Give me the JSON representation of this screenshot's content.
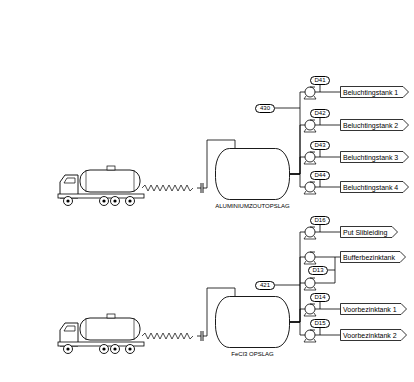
{
  "diagram": {
    "nodes": [
      {
        "text": [
          "430"
        ]
      },
      {
        "text": [
          "D41"
        ]
      },
      {
        "text": [
          "Beluchtingstank 1"
        ]
      },
      {
        "text": [
          "D42"
        ]
      },
      {
        "text": [
          "Beluchtingstank 2"
        ]
      },
      {
        "text": [
          "D43"
        ]
      },
      {
        "text": [
          "Beluchtingstank 3"
        ]
      },
      {
        "text": [
          "D44"
        ]
      },
      {
        "text": [
          "Beluchtingstank 4"
        ]
      },
      {
        "text": [
          "ALUMINIUMZOUTOPSLAG"
        ]
      },
      {
        "text": [
          "D16"
        ]
      },
      {
        "text": [
          "Put Slibleiding"
        ]
      },
      {
        "text": [
          "Bufferbezinktank"
        ]
      },
      {
        "text": [
          "D13"
        ]
      },
      {
        "text": [
          "421"
        ]
      },
      {
        "text": [
          "D14"
        ]
      },
      {
        "text": [
          "Voorbezinktank 1"
        ]
      },
      {
        "text": [
          "D15"
        ]
      },
      {
        "text": [
          "Voorbezinktank 2"
        ]
      },
      {
        "text": [
          "FeCl3 OPSLAG"
        ]
      }
    ],
    "edges": [
      {
        "from": 9,
        "to": 2,
        "arrow": "none"
      },
      {
        "from": 9,
        "to": 4,
        "arrow": "none"
      },
      {
        "from": 9,
        "to": 6,
        "arrow": "none"
      },
      {
        "from": 9,
        "to": 8,
        "arrow": "none"
      },
      {
        "from": 19,
        "to": 11,
        "arrow": "none"
      },
      {
        "from": 19,
        "to": 12,
        "arrow": "none"
      },
      {
        "from": 19,
        "to": 16,
        "arrow": "none"
      },
      {
        "from": 19,
        "to": 18,
        "arrow": "none"
      }
    ]
  }
}
